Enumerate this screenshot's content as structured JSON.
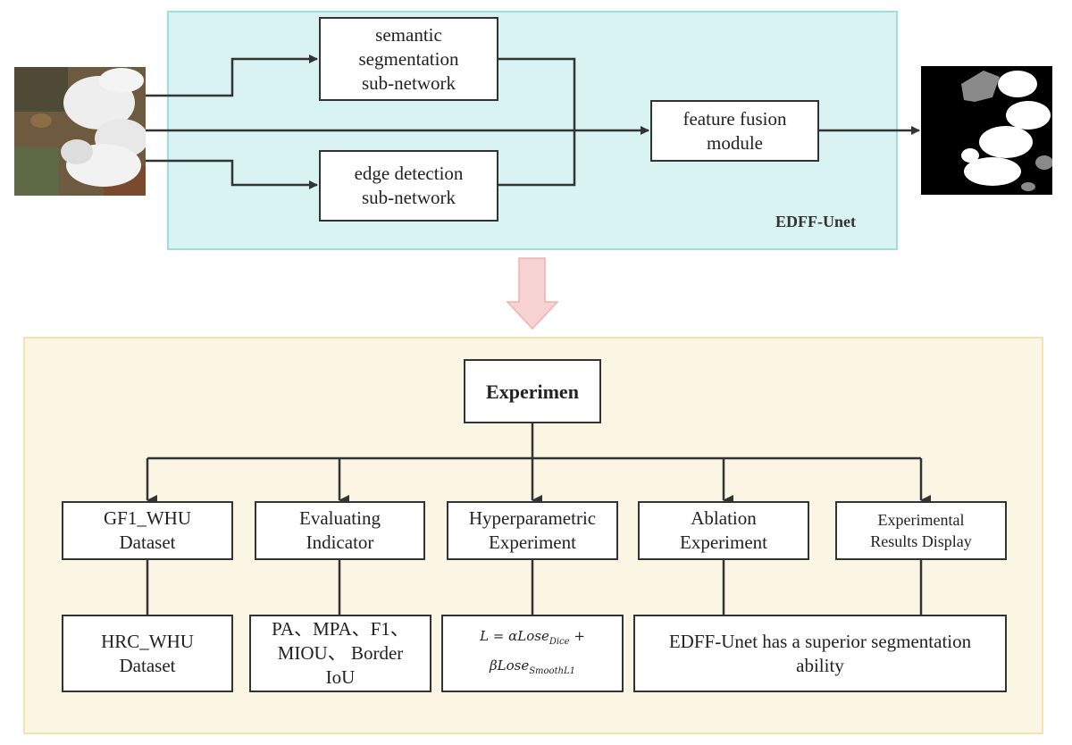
{
  "network": {
    "label": "EDFF-Unet",
    "semantic_box": [
      "semantic",
      "segmentation",
      "sub-network"
    ],
    "edge_box": [
      "edge detection",
      "sub-network"
    ],
    "fusion_box": [
      "feature fusion",
      "module"
    ]
  },
  "experiment": {
    "title": "Experimen",
    "level1": [
      {
        "lines": [
          "GF1_WHU",
          "Dataset"
        ]
      },
      {
        "lines": [
          "Evaluating",
          "Indicator"
        ]
      },
      {
        "lines": [
          "Hyperparametric",
          "Experiment"
        ]
      },
      {
        "lines": [
          "Ablation",
          "Experiment"
        ]
      },
      {
        "lines": [
          "Experimental",
          "Results Display"
        ]
      }
    ],
    "level2": {
      "dataset": [
        "HRC_WHU",
        "Dataset"
      ],
      "indicators": [
        "PA、MPA、F1、",
        "MIOU、 Border",
        "IoU"
      ],
      "formula": {
        "lhs": "L = αLose",
        "sub1": "Dice",
        "mid": " + βLose",
        "sub2": "SmoothL1"
      },
      "conclusion": [
        "EDFF-Unet has a superior segmentation",
        "ability"
      ]
    }
  },
  "colors": {
    "top_panel": "#d9f2f2",
    "bottom_panel": "#fbf6e4",
    "down_arrow": "#f6c9c9"
  }
}
